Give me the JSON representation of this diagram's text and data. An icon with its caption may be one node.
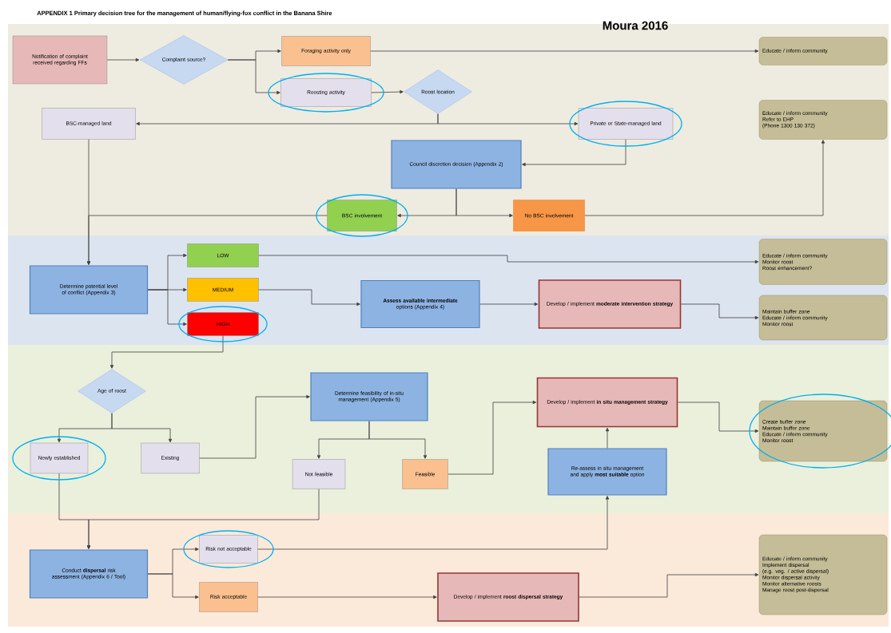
{
  "diagram": {
    "title": "APPENDIX 1    Primary decision tree for the management of human/flying-fox conflict in the Banana Shire",
    "nodes": [
      {
        "text": [
          "Notification of complaint received regarding FFs"
        ]
      },
      {
        "text": [
          "Complaint source?"
        ]
      },
      {
        "text": [
          "Foraging activity only"
        ]
      },
      {
        "text": [
          "Roosting activity"
        ]
      },
      {
        "text": [
          "Educate / inform community"
        ]
      },
      {
        "text": [
          "Roost location"
        ]
      },
      {
        "text": [
          "BSC-managed land"
        ]
      },
      {
        "text": [
          "Private or State-managed land"
        ]
      },
      {
        "text": [
          "Council discretion decision (Appendix 2)"
        ]
      },
      {
        "text": [
          "BSC involvement"
        ]
      },
      {
        "text": [
          "No BSC involvement"
        ]
      },
      {
        "text": [
          "Educate / inform community",
          "Refer to EHP",
          "(Phone 1300 130 372)"
        ]
      },
      {
        "text": [
          "Determine potential level of conflict (Appendix 3)"
        ]
      },
      {
        "text": [
          "LOW"
        ]
      },
      {
        "text": [
          "MEDIUM"
        ]
      },
      {
        "text": [
          "HIGH"
        ]
      },
      {
        "text": [
          "**Assess available intermediate** options (Appendix 4)"
        ]
      },
      {
        "text": [
          "Develop / implement **moderate intervention strategy**"
        ]
      },
      {
        "text": [
          "Educate / inform community",
          "Monitor roost",
          "Roost enhancement?"
        ]
      },
      {
        "text": [
          "Maintain buffer zone",
          "Educate / inform community",
          "Monitor roost"
        ]
      },
      {
        "text": [
          "Age of roost"
        ]
      },
      {
        "text": [
          "Newly established"
        ]
      },
      {
        "text": [
          "Existing"
        ]
      },
      {
        "text": [
          "Determine feasibility of in-situ management (Appendix 5)"
        ]
      },
      {
        "text": [
          "Not feasible"
        ]
      },
      {
        "text": [
          "Feasible"
        ]
      },
      {
        "text": [
          "Develop / implement **in situ management strategy**"
        ]
      },
      {
        "text": [
          "Create buffer zone",
          "Maintain buffer zone",
          "Educate / inform community",
          "Monitor roost"
        ]
      },
      {
        "text": [
          "Re-assess in situ management and apply **most suitable** option"
        ]
      },
      {
        "text": [
          "Conduct **dispersal** risk assessment (Appendix 6 / Tool)"
        ]
      },
      {
        "text": [
          "Risk not acceptable"
        ]
      },
      {
        "text": [
          "Risk acceptable"
        ]
      },
      {
        "text": [
          "Develop / implement **roost dispersal strategy**"
        ]
      },
      {
        "text": [
          "Educate / inform community",
          "Implement dispersal",
          "(e.g. veg. / active dispersal)",
          "Monitor dispersal activity",
          "Monitor alternative roosts",
          "Manage roost post-dispersal"
        ]
      }
    ],
    "edges": [
      {
        "from": 0,
        "to": 1,
        "arrow": "to"
      },
      {
        "from": 1,
        "to": 2,
        "arrow": "to"
      },
      {
        "from": 1,
        "to": 3,
        "arrow": "to"
      },
      {
        "from": 2,
        "to": 4,
        "arrow": "to"
      },
      {
        "from": 3,
        "to": 5,
        "arrow": "to"
      },
      {
        "from": 5,
        "to": 6,
        "arrow": "to"
      },
      {
        "from": 5,
        "to": 7,
        "arrow": "to"
      },
      {
        "from": 7,
        "to": 8,
        "arrow": "to"
      },
      {
        "from": 8,
        "to": 9,
        "arrow": "to"
      },
      {
        "from": 8,
        "to": 10,
        "arrow": "to"
      },
      {
        "from": 10,
        "to": 11,
        "arrow": "to"
      },
      {
        "from": 6,
        "to": 12,
        "arrow": "to"
      },
      {
        "from": 9,
        "to": 12,
        "arrow": "to"
      },
      {
        "from": 12,
        "to": 13,
        "arrow": "to"
      },
      {
        "from": 12,
        "to": 14,
        "arrow": "to"
      },
      {
        "from": 12,
        "to": 15,
        "arrow": "to"
      },
      {
        "from": 13,
        "to": 18,
        "arrow": "to"
      },
      {
        "from": 14,
        "to": 16,
        "arrow": "to"
      },
      {
        "from": 16,
        "to": 17,
        "arrow": "to"
      },
      {
        "from": 17,
        "to": 19,
        "arrow": "to"
      },
      {
        "from": 15,
        "to": 20,
        "arrow": "to"
      },
      {
        "from": 20,
        "to": 21,
        "arrow": "to"
      },
      {
        "from": 20,
        "to": 22,
        "arrow": "to"
      },
      {
        "from": 22,
        "to": 23,
        "arrow": "to"
      },
      {
        "from": 23,
        "to": 24,
        "arrow": "to"
      },
      {
        "from": 23,
        "to": 25,
        "arrow": "to"
      },
      {
        "from": 25,
        "to": 26,
        "arrow": "to"
      },
      {
        "from": 26,
        "to": 27,
        "arrow": "to"
      },
      {
        "from": 21,
        "to": 29,
        "arrow": "to"
      },
      {
        "from": 24,
        "to": 29,
        "arrow": "to"
      },
      {
        "from": 29,
        "to": 30,
        "arrow": "to"
      },
      {
        "from": 29,
        "to": 31,
        "arrow": "to"
      },
      {
        "from": 30,
        "to": 28,
        "arrow": "to"
      },
      {
        "from": 28,
        "to": 26,
        "arrow": "to"
      },
      {
        "from": 31,
        "to": 32,
        "arrow": "to"
      },
      {
        "from": 32,
        "to": 33,
        "arrow": "to"
      }
    ],
    "labels": [
      "Moura 2016"
    ]
  }
}
